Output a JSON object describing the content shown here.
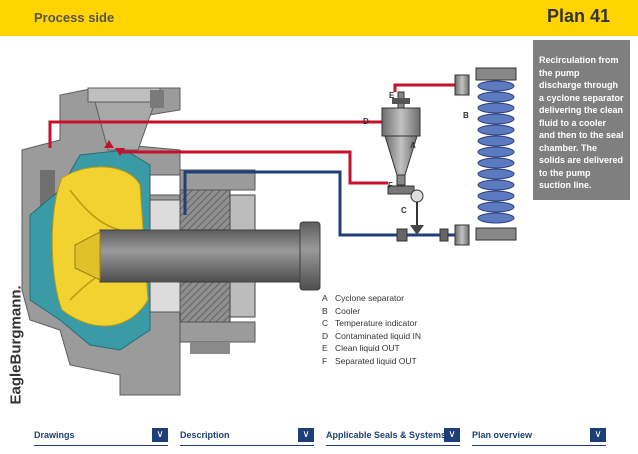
{
  "header": {
    "title": "Process side",
    "plan": "Plan 41"
  },
  "brand": "EagleBurgmann.",
  "description": "Recirculation from the pump discharge through a cyclone separator delivering the clean fluid to a cooler and then to the seal chamber. The solids are delivered to the pump suction line.",
  "diagram_labels": {
    "a": "A",
    "b": "B",
    "c": "C",
    "d": "D",
    "e": "E",
    "f": "F"
  },
  "legend": [
    {
      "key": "A",
      "text": "Cyclone separator"
    },
    {
      "key": "B",
      "text": "Cooler"
    },
    {
      "key": "C",
      "text": "Temperature indicator"
    },
    {
      "key": "D",
      "text": "Contaminated liquid IN"
    },
    {
      "key": "E",
      "text": "Clean liquid OUT"
    },
    {
      "key": "F",
      "text": "Separated liquid OUT"
    }
  ],
  "nav": [
    {
      "label": "Drawings"
    },
    {
      "label": "Description"
    },
    {
      "label": "Applicable Seals & Systems"
    },
    {
      "label": "Plan overview"
    }
  ],
  "colors": {
    "header": "#ffd400",
    "nav": "#1c3f78",
    "hot_line": "#c8102e",
    "cool_line": "#1f3f7a",
    "cooler": "#5b7ac0",
    "impeller": "#f2d230"
  }
}
